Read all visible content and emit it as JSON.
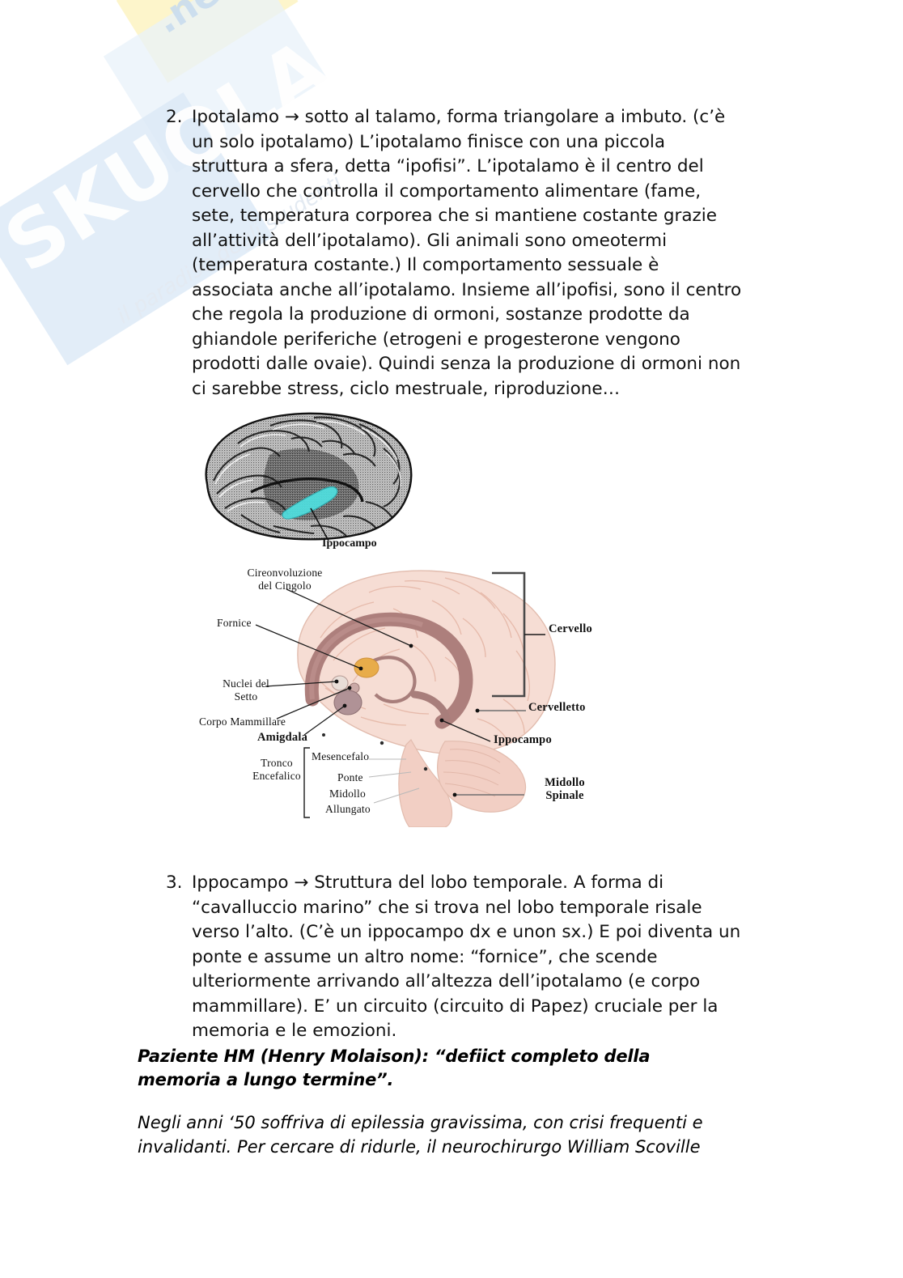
{
  "watermark": {
    "logo": "SKUOLA",
    "suffix": ".net",
    "tagline": "il paradiso degli studenti"
  },
  "paragraphs": {
    "item2": {
      "marker": "2.",
      "lines": [
        "Ipotalamo → sotto al talamo, forma triangolare a imbuto. (c’è",
        "un solo ipotalamo) L’ipotalamo finisce con una piccola",
        "struttura a sfera, detta “ipofisi”. L’ipotalamo è il centro del",
        "cervello che controlla il comportamento alimentare (fame,",
        "sete, temperatura corporea che si mantiene costante grazie",
        "all’attività dell’ipotalamo). Gli animali sono omeotermi",
        "(temperatura costante.) Il comportamento sessuale è",
        "associata anche all’ipotalamo. Insieme all’ipofisi, sono il centro",
        "che regola la produzione di ormoni, sostanze prodotte da",
        "ghiandole periferiche (etrogeni e progesterone vengono",
        "prodotti dalle ovaie). Quindi senza la produzione di ormoni non",
        "ci sarebbe stress, ciclo mestruale, riproduzione…"
      ]
    },
    "item3": {
      "marker": "3.",
      "lines": [
        "Ippocampo → Struttura del lobo temporale. A forma di",
        "“cavalluccio marino” che si trova nel lobo temporale risale",
        "verso l’alto. (C’è un ippocampo dx e unon sx.) E poi diventa un",
        "ponte e assume un altro nome: “fornice”, che scende",
        "ulteriormente arrivando all’altezza dell’ipotalamo (e corpo",
        "mammillare). E’ un circuito (circuito di Papez) cruciale per la",
        "memoria e le emozioni."
      ]
    },
    "heading_hm": {
      "lines": [
        "Paziente HM (Henry Molaison): “defiict completo della",
        "memoria a lungo termine”."
      ]
    },
    "closing": {
      "lines": [
        "Negli anni ‘50 soffriva di epilessia gravissima, con crisi frequenti e",
        "invalidanti. Per cercare di ridurle, il neurochirurgo William Scoville"
      ]
    }
  },
  "figure_engraving": {
    "caption": "Ippocampo",
    "highlight_color": "#4fe0e0",
    "description": "lateral-brain-engraving"
  },
  "figure_limbic": {
    "labels": {
      "cingolo": "Cireonvoluzione\ndel Cingolo",
      "cingolo_line1": "Cireonvoluzione",
      "cingolo_line2": "del Cingolo",
      "fornice": "Fornice",
      "nuclei_line1": "Nuclei del",
      "nuclei_line2": "Setto",
      "corpo_mammillare": "Corpo Mammillare",
      "amigdala": "Amigdala",
      "tronco_line1": "Tronco",
      "tronco_line2": "Encefalico",
      "mesencefalo": "Mesencefalo",
      "ponte": "Ponte",
      "midollo": "Midollo",
      "allungato": "Allungato",
      "cervello": "Cervello",
      "cervelletto": "Cervelletto",
      "ippocampo": "Ippocampo",
      "midollo_spinale_line1": "Midollo",
      "midollo_spinale_line2": "Spinale"
    },
    "colors": {
      "brain_fill": "#f6ddd4",
      "brain_stroke": "#e0b9ab",
      "cingulate_arc": "#ad7f7c",
      "thalamus": "#e8ac4a",
      "amygdala": "#b09296",
      "brainstem": "#f2cfc4"
    }
  }
}
